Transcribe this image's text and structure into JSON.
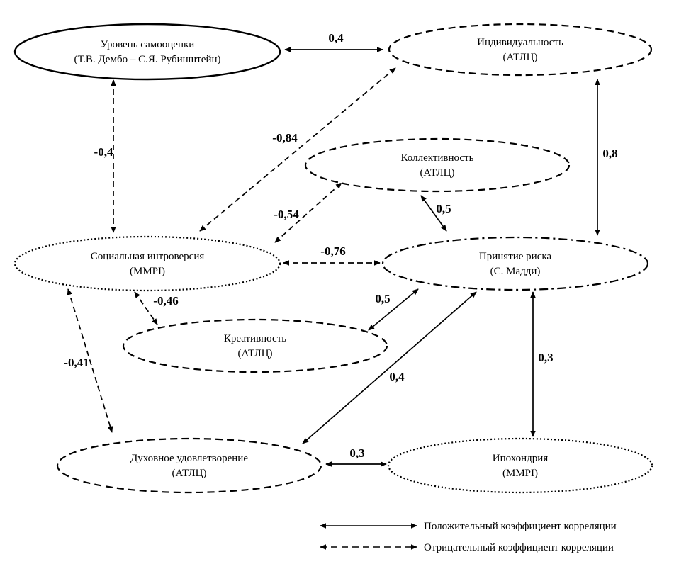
{
  "nodes": [
    {
      "id": "samoocenka",
      "line1": "Уровень самооценки",
      "line2": "(Т.В. Дембо – С.Я. Рубинштейн)",
      "border": "solid"
    },
    {
      "id": "individualnost",
      "line1": "Индивидуальность",
      "line2": "(АТЛЦ)",
      "border": "dashed"
    },
    {
      "id": "kollektivnost",
      "line1": "Коллективность",
      "line2": "(АТЛЦ)",
      "border": "dashed"
    },
    {
      "id": "soc_introversia",
      "line1": "Социальная интроверсия",
      "line2": "(MMPI)",
      "border": "dotted"
    },
    {
      "id": "prinyatie_riska",
      "line1": "Принятие риска",
      "line2": "(С. Мадди)",
      "border": "dashdot"
    },
    {
      "id": "kreativnost",
      "line1": "Креативность",
      "line2": "(АТЛЦ)",
      "border": "dashed"
    },
    {
      "id": "duhovnoe",
      "line1": "Духовное удовлетворение",
      "line2": "(АТЛЦ)",
      "border": "dashed"
    },
    {
      "id": "ipohondria",
      "line1": "Ипохондрия",
      "line2": "(MMPI)",
      "border": "dotted"
    }
  ],
  "edges": [
    {
      "from": "samoocenka",
      "to": "individualnost",
      "value": "0,4",
      "sign": "positive"
    },
    {
      "from": "samoocenka",
      "to": "soc_introversia",
      "value": "-0,4",
      "sign": "negative"
    },
    {
      "from": "soc_introversia",
      "to": "individualnost",
      "value": "-0,84",
      "sign": "negative"
    },
    {
      "from": "individualnost",
      "to": "prinyatie_riska",
      "value": "0,8",
      "sign": "positive"
    },
    {
      "from": "soc_introversia",
      "to": "kollektivnost",
      "value": "-0,54",
      "sign": "negative"
    },
    {
      "from": "kollektivnost",
      "to": "prinyatie_riska",
      "value": "0,5",
      "sign": "positive"
    },
    {
      "from": "soc_introversia",
      "to": "prinyatie_riska",
      "value": "-0,76",
      "sign": "negative"
    },
    {
      "from": "soc_introversia",
      "to": "kreativnost",
      "value": "-0,46",
      "sign": "negative"
    },
    {
      "from": "kreativnost",
      "to": "prinyatie_riska",
      "value": "0,5",
      "sign": "positive"
    },
    {
      "from": "soc_introversia",
      "to": "duhovnoe",
      "value": "-0,41",
      "sign": "negative"
    },
    {
      "from": "duhovnoe",
      "to": "prinyatie_riska",
      "value": "0,4",
      "sign": "positive"
    },
    {
      "from": "prinyatie_riska",
      "to": "ipohondria",
      "value": "0,3",
      "sign": "positive"
    },
    {
      "from": "duhovnoe",
      "to": "ipohondria",
      "value": "0,3",
      "sign": "positive"
    }
  ],
  "legend": {
    "positive": "Положительный коэффициент корреляции",
    "negative": "Отрицательный коэффициент корреляции"
  }
}
